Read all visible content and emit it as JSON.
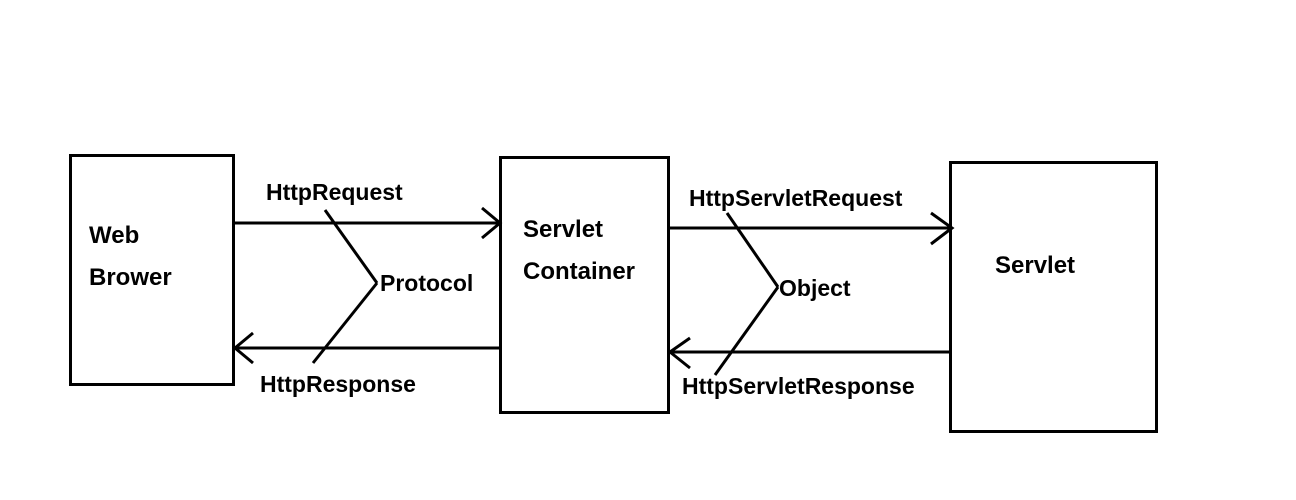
{
  "nodes": {
    "web_browser": {
      "line1": "Web",
      "line2": "Brower"
    },
    "servlet_container": {
      "line1": "Servlet",
      "line2": "Container"
    },
    "servlet": {
      "label": "Servlet"
    }
  },
  "edges": {
    "http_request": "HttpRequest",
    "http_response": "HttpResponse",
    "http_servlet_request": "HttpServletRequest",
    "http_servlet_response": "HttpServletResponse"
  },
  "annotations": {
    "protocol": "Protocol",
    "object": "Object"
  },
  "colors": {
    "stroke": "#000000",
    "background": "#ffffff"
  }
}
